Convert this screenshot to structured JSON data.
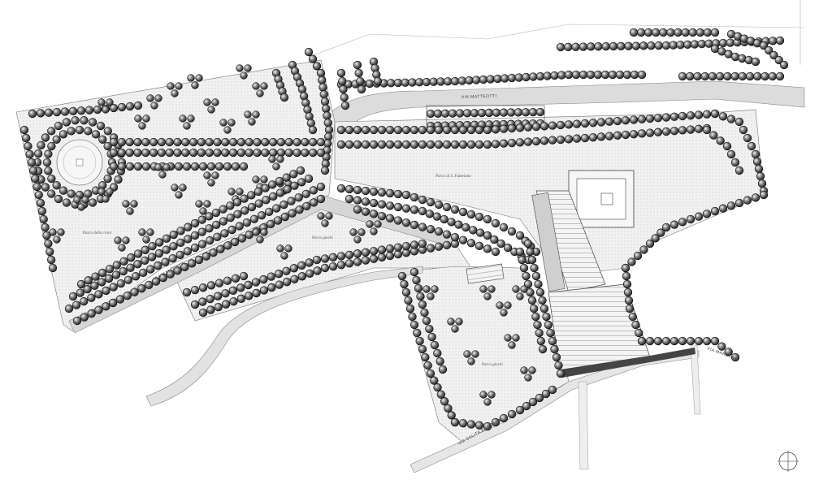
{
  "roads": {
    "via_matteotti_top": "VIA MATTEOTTI",
    "via_matteotti_left": "VIA MATTEOTTI",
    "via_salita_al_monte": "VIA SALITA AL MONTE",
    "via_marconi": "VIA MARCONI"
  },
  "areas": {
    "parco_della_croce": "Parco della croce",
    "parco_giochi_upper": "Parco giochi",
    "parco_san_fumeiano": "Parco di S. Fumeiano",
    "parco_giochi_lower": "Parco giochi"
  },
  "colors": {
    "paving": "#ececec",
    "road": "#d9d9d9",
    "tree_dark": "#111111",
    "tree_light": "#cfcfcf",
    "outline": "#8a8a8a"
  },
  "icons": {
    "north_arrow": "compass-icon",
    "tree": "tree-canopy-icon"
  }
}
